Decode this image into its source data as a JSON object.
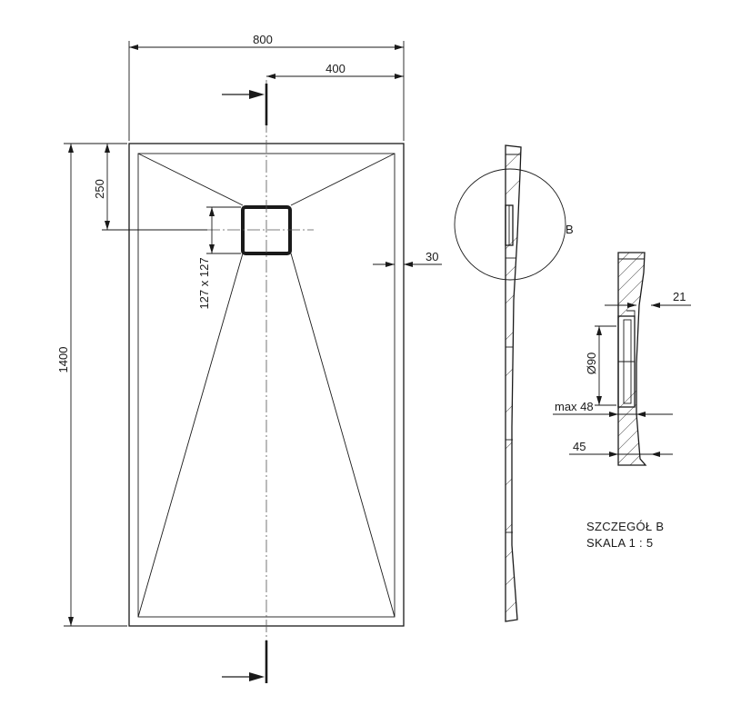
{
  "dimensions": {
    "width": "800",
    "half_width": "400",
    "length": "1400",
    "drain_offset": "250",
    "drain_size": "127 x 127",
    "rim": "30",
    "detail_rim": "21",
    "drain_diameter": "Ø90",
    "max_height": "max 48",
    "tray_height": "45"
  },
  "labels": {
    "detail_marker": "B",
    "detail_title": "SZCZEGÓŁ B",
    "detail_scale": "SKALA 1 : 5"
  }
}
